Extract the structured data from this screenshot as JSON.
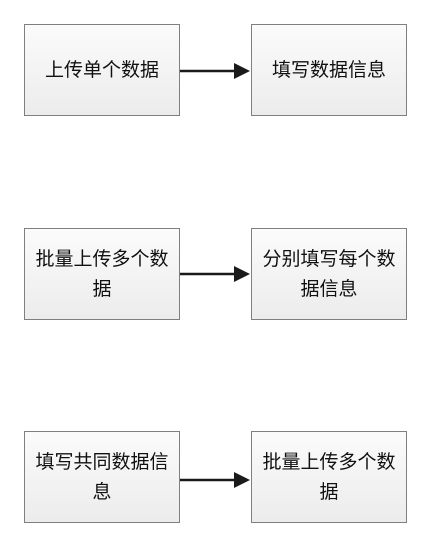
{
  "rows": [
    {
      "left": "上传单个数据",
      "right": "填写数据信息"
    },
    {
      "left": "批量上传多个数据",
      "right": "分别填写每个数据信息"
    },
    {
      "left": "填写共同数据信息",
      "right": "批量上传多个数据"
    }
  ]
}
